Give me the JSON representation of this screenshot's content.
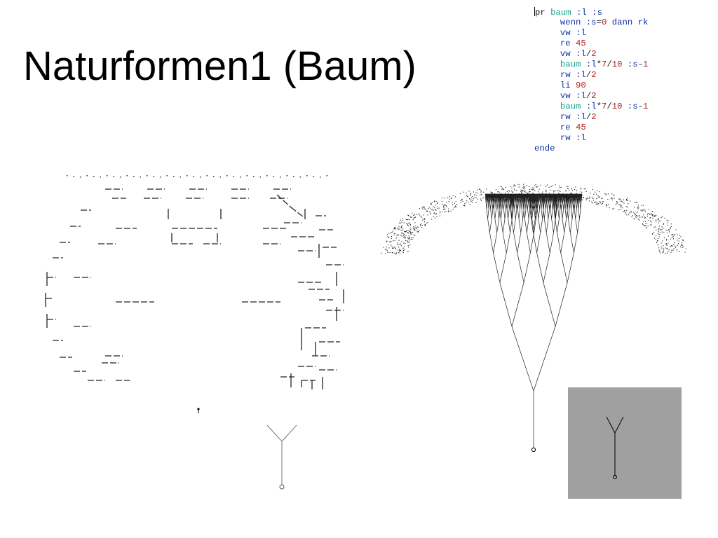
{
  "slide": {
    "title": "Naturformen1 (Baum)"
  },
  "code": {
    "colors": {
      "keyword": "#1a1a1a",
      "command": "#0b2fa8",
      "procedure": "#14a08a",
      "number": "#b0201c",
      "keyword_dark": "#1a1a1a"
    },
    "lines": [
      [
        {
          "t": "pr",
          "c": "keyword"
        },
        {
          "t": " baum ",
          "c": "procedure"
        },
        {
          "t": ":l :s",
          "c": "command"
        }
      ],
      [
        {
          "t": "     "
        },
        {
          "t": "wenn :s",
          "c": "command"
        },
        {
          "t": "=",
          "c": "keyword"
        },
        {
          "t": "0",
          "c": "number"
        },
        {
          "t": " dann rk",
          "c": "command"
        }
      ],
      [
        {
          "t": "     "
        },
        {
          "t": "vw :l",
          "c": "command"
        }
      ],
      [
        {
          "t": "     "
        },
        {
          "t": "re ",
          "c": "command"
        },
        {
          "t": "45",
          "c": "number"
        }
      ],
      [
        {
          "t": "     "
        },
        {
          "t": "vw :l",
          "c": "command"
        },
        {
          "t": "/",
          "c": "keyword"
        },
        {
          "t": "2",
          "c": "number"
        }
      ],
      [
        {
          "t": "     "
        },
        {
          "t": "baum ",
          "c": "procedure"
        },
        {
          "t": ":l",
          "c": "command"
        },
        {
          "t": "*",
          "c": "keyword"
        },
        {
          "t": "7",
          "c": "number"
        },
        {
          "t": "/",
          "c": "keyword"
        },
        {
          "t": "10",
          "c": "number"
        },
        {
          "t": " :s",
          "c": "command"
        },
        {
          "t": "-",
          "c": "keyword"
        },
        {
          "t": "1",
          "c": "number"
        }
      ],
      [
        {
          "t": "     "
        },
        {
          "t": "rw :l",
          "c": "command"
        },
        {
          "t": "/",
          "c": "keyword"
        },
        {
          "t": "2",
          "c": "number"
        }
      ],
      [
        {
          "t": "     "
        },
        {
          "t": "li ",
          "c": "command"
        },
        {
          "t": "90",
          "c": "number"
        }
      ],
      [
        {
          "t": "     "
        },
        {
          "t": "vw :l",
          "c": "command"
        },
        {
          "t": "/",
          "c": "keyword"
        },
        {
          "t": "2",
          "c": "number"
        }
      ],
      [
        {
          "t": "     "
        },
        {
          "t": "baum ",
          "c": "procedure"
        },
        {
          "t": ":l",
          "c": "command"
        },
        {
          "t": "*",
          "c": "keyword"
        },
        {
          "t": "7",
          "c": "number"
        },
        {
          "t": "/",
          "c": "keyword"
        },
        {
          "t": "10",
          "c": "number"
        },
        {
          "t": " :s",
          "c": "command"
        },
        {
          "t": "-",
          "c": "keyword"
        },
        {
          "t": "1",
          "c": "number"
        }
      ],
      [
        {
          "t": "     "
        },
        {
          "t": "rw :l",
          "c": "command"
        },
        {
          "t": "/",
          "c": "keyword"
        },
        {
          "t": "2",
          "c": "number"
        }
      ],
      [
        {
          "t": "     "
        },
        {
          "t": "re ",
          "c": "command"
        },
        {
          "t": "45",
          "c": "number"
        }
      ],
      [
        {
          "t": "     "
        },
        {
          "t": "rw :l",
          "c": "command"
        }
      ],
      [
        {
          "t": "ende",
          "c": "command"
        }
      ]
    ]
  },
  "figures": {
    "pixel_tree": {
      "icon": "pixel-tree-drawing"
    },
    "small_y_tree": {
      "icon": "y-branch-turtle-drawing"
    },
    "fractal_tree": {
      "icon": "fractal-tree-drawing"
    },
    "gray_preview": {
      "icon": "y-branch-preview",
      "background": "#a0a0a0"
    }
  },
  "colors": {
    "ink": "#000000",
    "fractal_line": "#222222",
    "gray_panel": "#a0a0a0"
  }
}
